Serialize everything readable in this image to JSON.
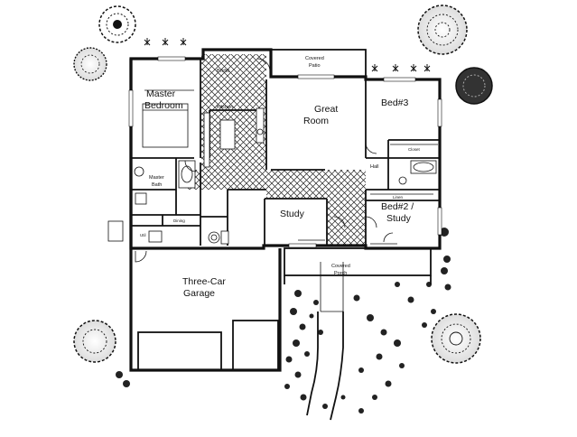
{
  "rooms": {
    "master_bedroom_line1": "Master",
    "master_bedroom_line2": "Bedroom",
    "great_room_line1": "Great",
    "great_room_line2": "Room",
    "bed3": "Bed#3",
    "bed2_line1": "Bed#2 /",
    "bed2_line2": "Study",
    "study": "Study",
    "garage_line1": "Three-Car",
    "garage_line2": "Garage",
    "covered_patio_line1": "Covered",
    "covered_patio_line2": "Patio",
    "covered_porch_line1": "Covered",
    "covered_porch_line2": "Porch",
    "master_bath_line1": "Master",
    "master_bath_line2": "Bath",
    "hall": "Hall",
    "kitchen": "Kitchen",
    "breakfast": "Brkfst",
    "closet": "Closet",
    "linen": "Linen",
    "dining": "Dining",
    "utility": "Util"
  },
  "colors": {
    "line": "#111111",
    "background": "#ffffff",
    "foliage": "#1a1a1a"
  }
}
